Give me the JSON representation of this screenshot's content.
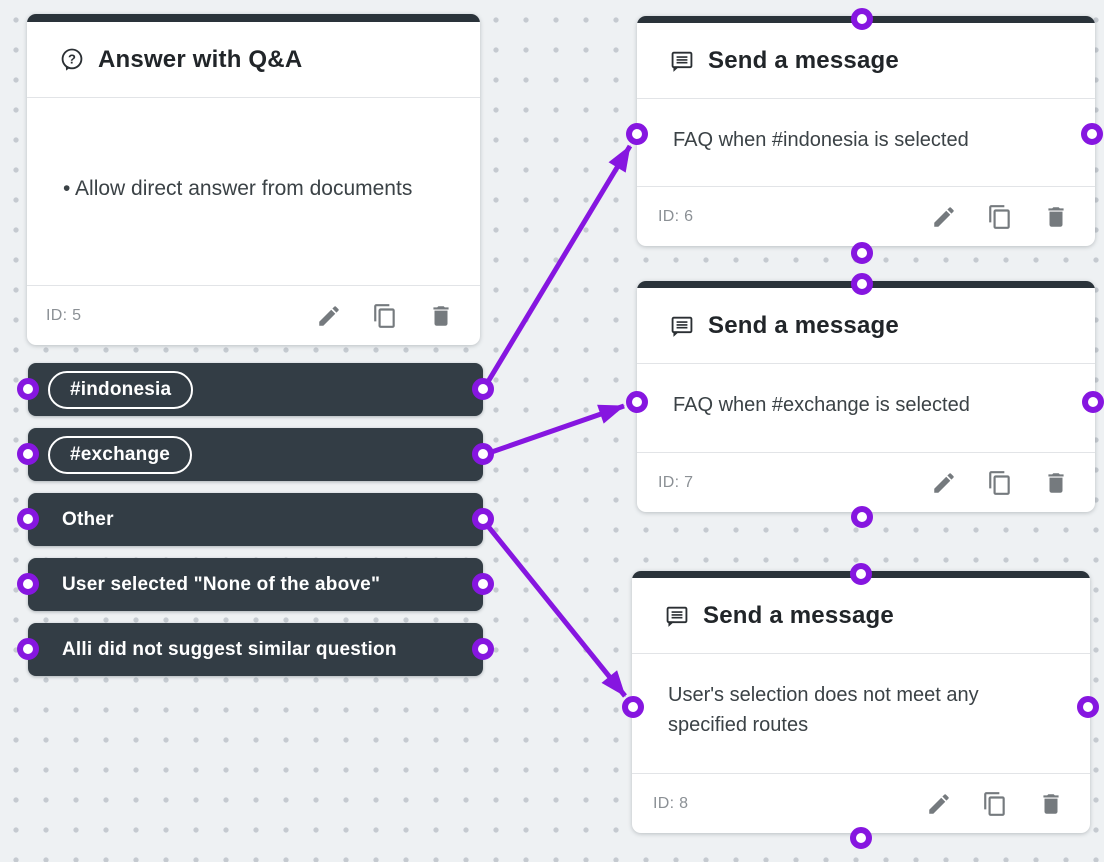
{
  "canvas": {
    "accent_color": "#8616e0",
    "node_bar_color": "#2a333a",
    "route_row_color": "#333d45"
  },
  "qa_node": {
    "title": "Answer with Q&A",
    "header_icon": "question-bubble-icon",
    "body_text": "• Allow direct answer from documents",
    "id_label": "ID: 5",
    "routes": [
      {
        "label": "#indonesia",
        "style": "pill"
      },
      {
        "label": "#exchange",
        "style": "pill"
      },
      {
        "label": "Other",
        "style": "plain"
      },
      {
        "label": "User selected \"None of the above\"",
        "style": "plain"
      },
      {
        "label": "Alli did not suggest similar question",
        "style": "plain"
      }
    ]
  },
  "message_nodes": [
    {
      "title": "Send a message",
      "header_icon": "chat-bubble-icon",
      "body": "FAQ when #indonesia is selected",
      "id_label": "ID: 6"
    },
    {
      "title": "Send a message",
      "header_icon": "chat-bubble-icon",
      "body": "FAQ when #exchange is selected",
      "id_label": "ID: 7"
    },
    {
      "title": "Send a message",
      "header_icon": "chat-bubble-icon",
      "body": "User's selection does not meet any specified routes",
      "id_label": "ID: 8"
    }
  ],
  "footer_action_icons": [
    "edit-pencil-icon",
    "duplicate-copy-icon",
    "delete-trash-icon"
  ],
  "connections": [
    {
      "from": "route-indonesia-out",
      "to": "msg-node-0-in"
    },
    {
      "from": "route-exchange-out",
      "to": "msg-node-1-in"
    },
    {
      "from": "route-other-out",
      "to": "msg-node-2-in"
    }
  ]
}
